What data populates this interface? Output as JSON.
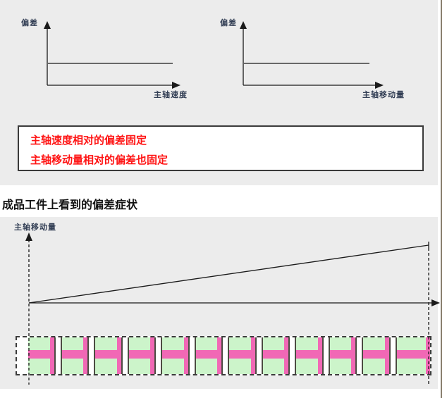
{
  "colors": {
    "page_bg": "#ffffff",
    "panel_bg": "#ececec",
    "page_edge": "#8a8070",
    "line": "#1a1a1a",
    "dash": "#3c3c3c",
    "axis_label": "#333f55",
    "alert_text": "#ff1414",
    "box_border": "#3a3a3a",
    "stripe_green": "#ccf4ca",
    "stripe_pink": "#f168b5",
    "stripe_dark": "#4c4c42"
  },
  "top_charts": [
    {
      "y_label": "偏差",
      "x_label": "主轴速度",
      "curve": "flat-horizontal-line"
    },
    {
      "y_label": "偏差",
      "x_label": "主轴移动量",
      "curve": "flat-horizontal-line"
    }
  ],
  "alert_box": {
    "lines": [
      "主轴速度相对的偏差固定",
      "主轴移动量相对的偏差也固定"
    ]
  },
  "section_heading": "成品工件上看到的偏差症状",
  "bottom_chart": {
    "y_label": "主轴移动量",
    "curve": "rising-linear-line"
  },
  "workpiece_band": {
    "cells": 12,
    "description": "dashed-outline strip of repeating green blocks with pink cross stripes separated by white gaps"
  }
}
